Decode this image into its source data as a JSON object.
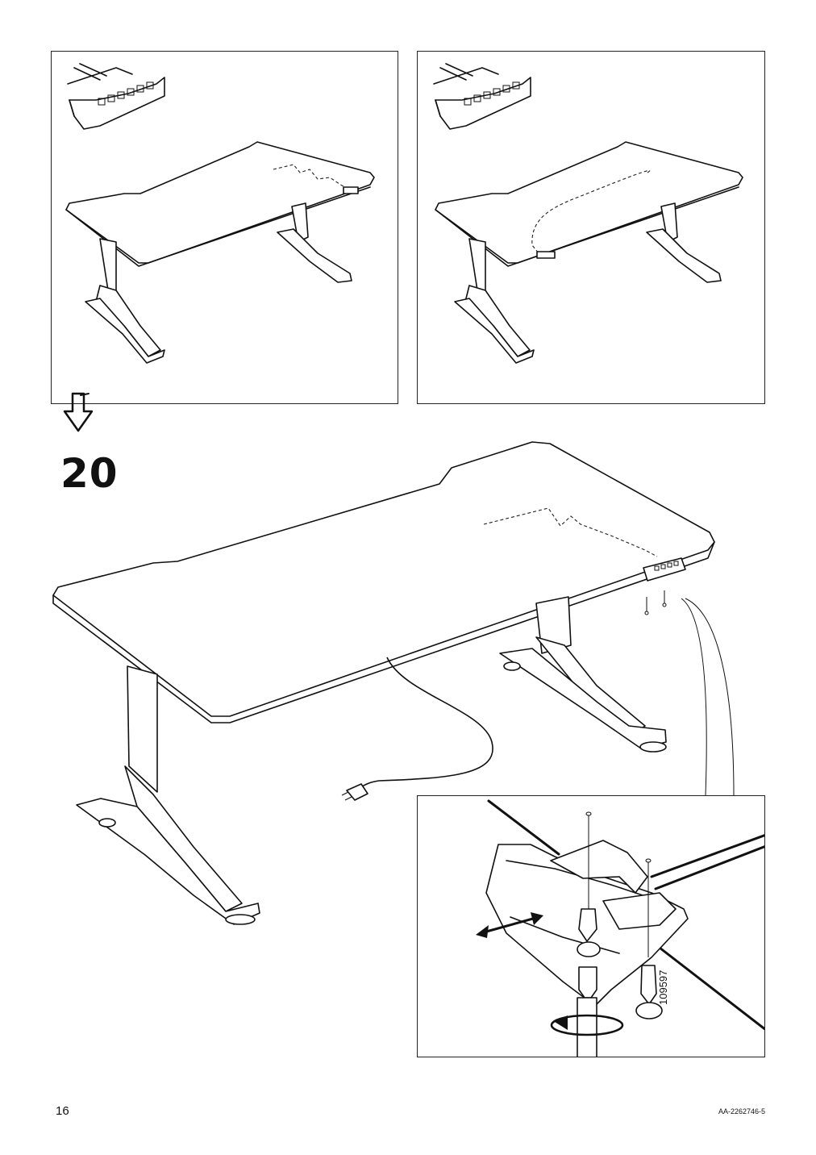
{
  "page": {
    "step_number": "20",
    "page_number": "16",
    "doc_code": "AA-2262746-5",
    "part_number": "109597"
  },
  "icons": {
    "continue_arrow": "down-arrow-icon",
    "control_panel": "control-panel-icon",
    "screw": "screw-icon",
    "screwdriver": "screwdriver-icon",
    "plug": "power-plug-icon"
  }
}
